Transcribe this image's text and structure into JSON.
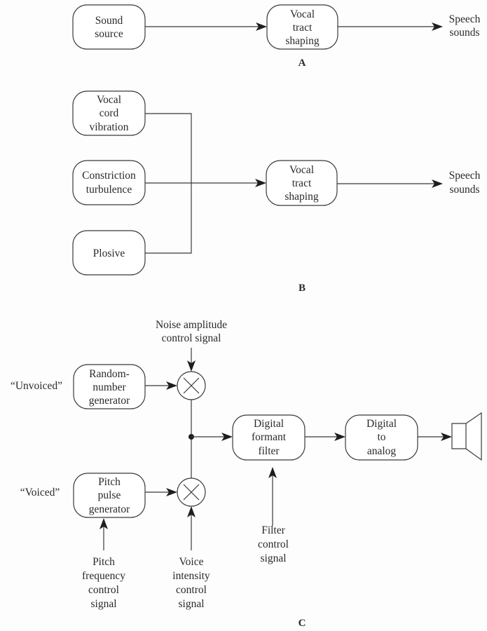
{
  "panels": {
    "A": {
      "label": "A",
      "source_box": [
        "Sound",
        "source"
      ],
      "tract_box": [
        "Vocal",
        "tract",
        "shaping"
      ],
      "output": [
        "Speech",
        "sounds"
      ]
    },
    "B": {
      "label": "B",
      "sources": [
        [
          "Vocal",
          "cord",
          "vibration"
        ],
        [
          "Constriction",
          "turbulence"
        ],
        [
          "Plosive"
        ]
      ],
      "tract_box": [
        "Vocal",
        "tract",
        "shaping"
      ],
      "output": [
        "Speech",
        "sounds"
      ]
    },
    "C": {
      "label": "C",
      "unvoiced_label": "“Unvoiced”",
      "voiced_label": "“Voiced”",
      "random_box": [
        "Random-",
        "number",
        "generator"
      ],
      "pitch_box": [
        "Pitch",
        "pulse",
        "generator"
      ],
      "noise_control": [
        "Noise amplitude",
        "control signal"
      ],
      "pitch_control": [
        "Pitch",
        "frequency",
        "control",
        "signal"
      ],
      "voice_control": [
        "Voice",
        "intensity",
        "control",
        "signal"
      ],
      "filter_box": [
        "Digital",
        "formant",
        "filter"
      ],
      "filter_control": [
        "Filter",
        "control",
        "signal"
      ],
      "dac_box": [
        "Digital",
        "to",
        "analog"
      ],
      "multiplier_symbol": "multiply-icon",
      "output_symbol": "speaker-icon"
    }
  }
}
